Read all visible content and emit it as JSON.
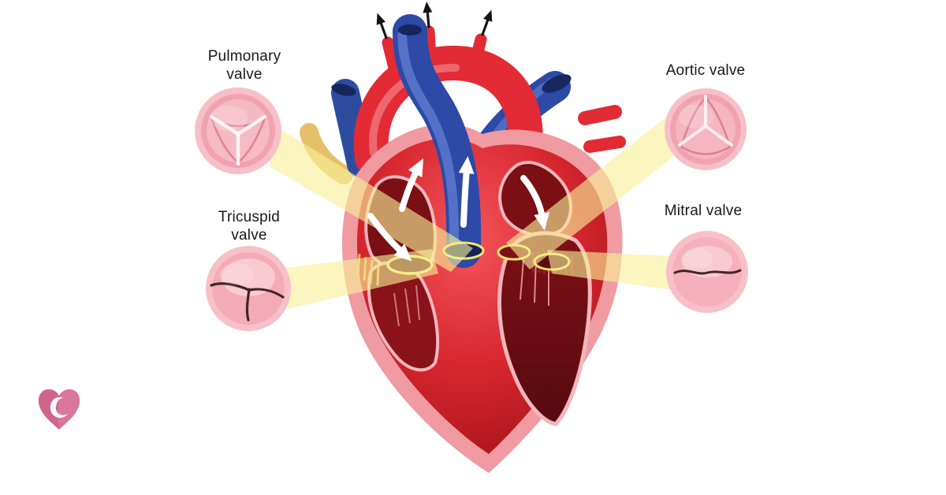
{
  "diagram": {
    "labels": {
      "pulmonary": "Pulmonary valve",
      "tricuspid": "Tricuspid valve",
      "aortic": "Aortic valve",
      "mitral": "Mitral valve"
    },
    "icons": {
      "logo": "pink-heart-swoosh-logo",
      "flow_arrows": "white-blood-flow-arrows",
      "outflow_arrows": "black-outflow-arrows"
    },
    "colors": {
      "background": "#ffffff",
      "beam": "#f8f09a",
      "heart_red": "#e22b34",
      "myocardium_red": "#d6262e",
      "cavity_dark": "#6f0d12",
      "vessel_blue": "#2c4aa6",
      "outer_wall_pink": "#f09aa1",
      "valve_rim_pink": "#f7c0c9",
      "valve_fill_pink": "#f1a2b0",
      "valve_line_dark": "#45242c",
      "valve_ring_yellow": "#f2e569",
      "label_text": "#181818",
      "logo_pink": "#d9769c"
    }
  }
}
